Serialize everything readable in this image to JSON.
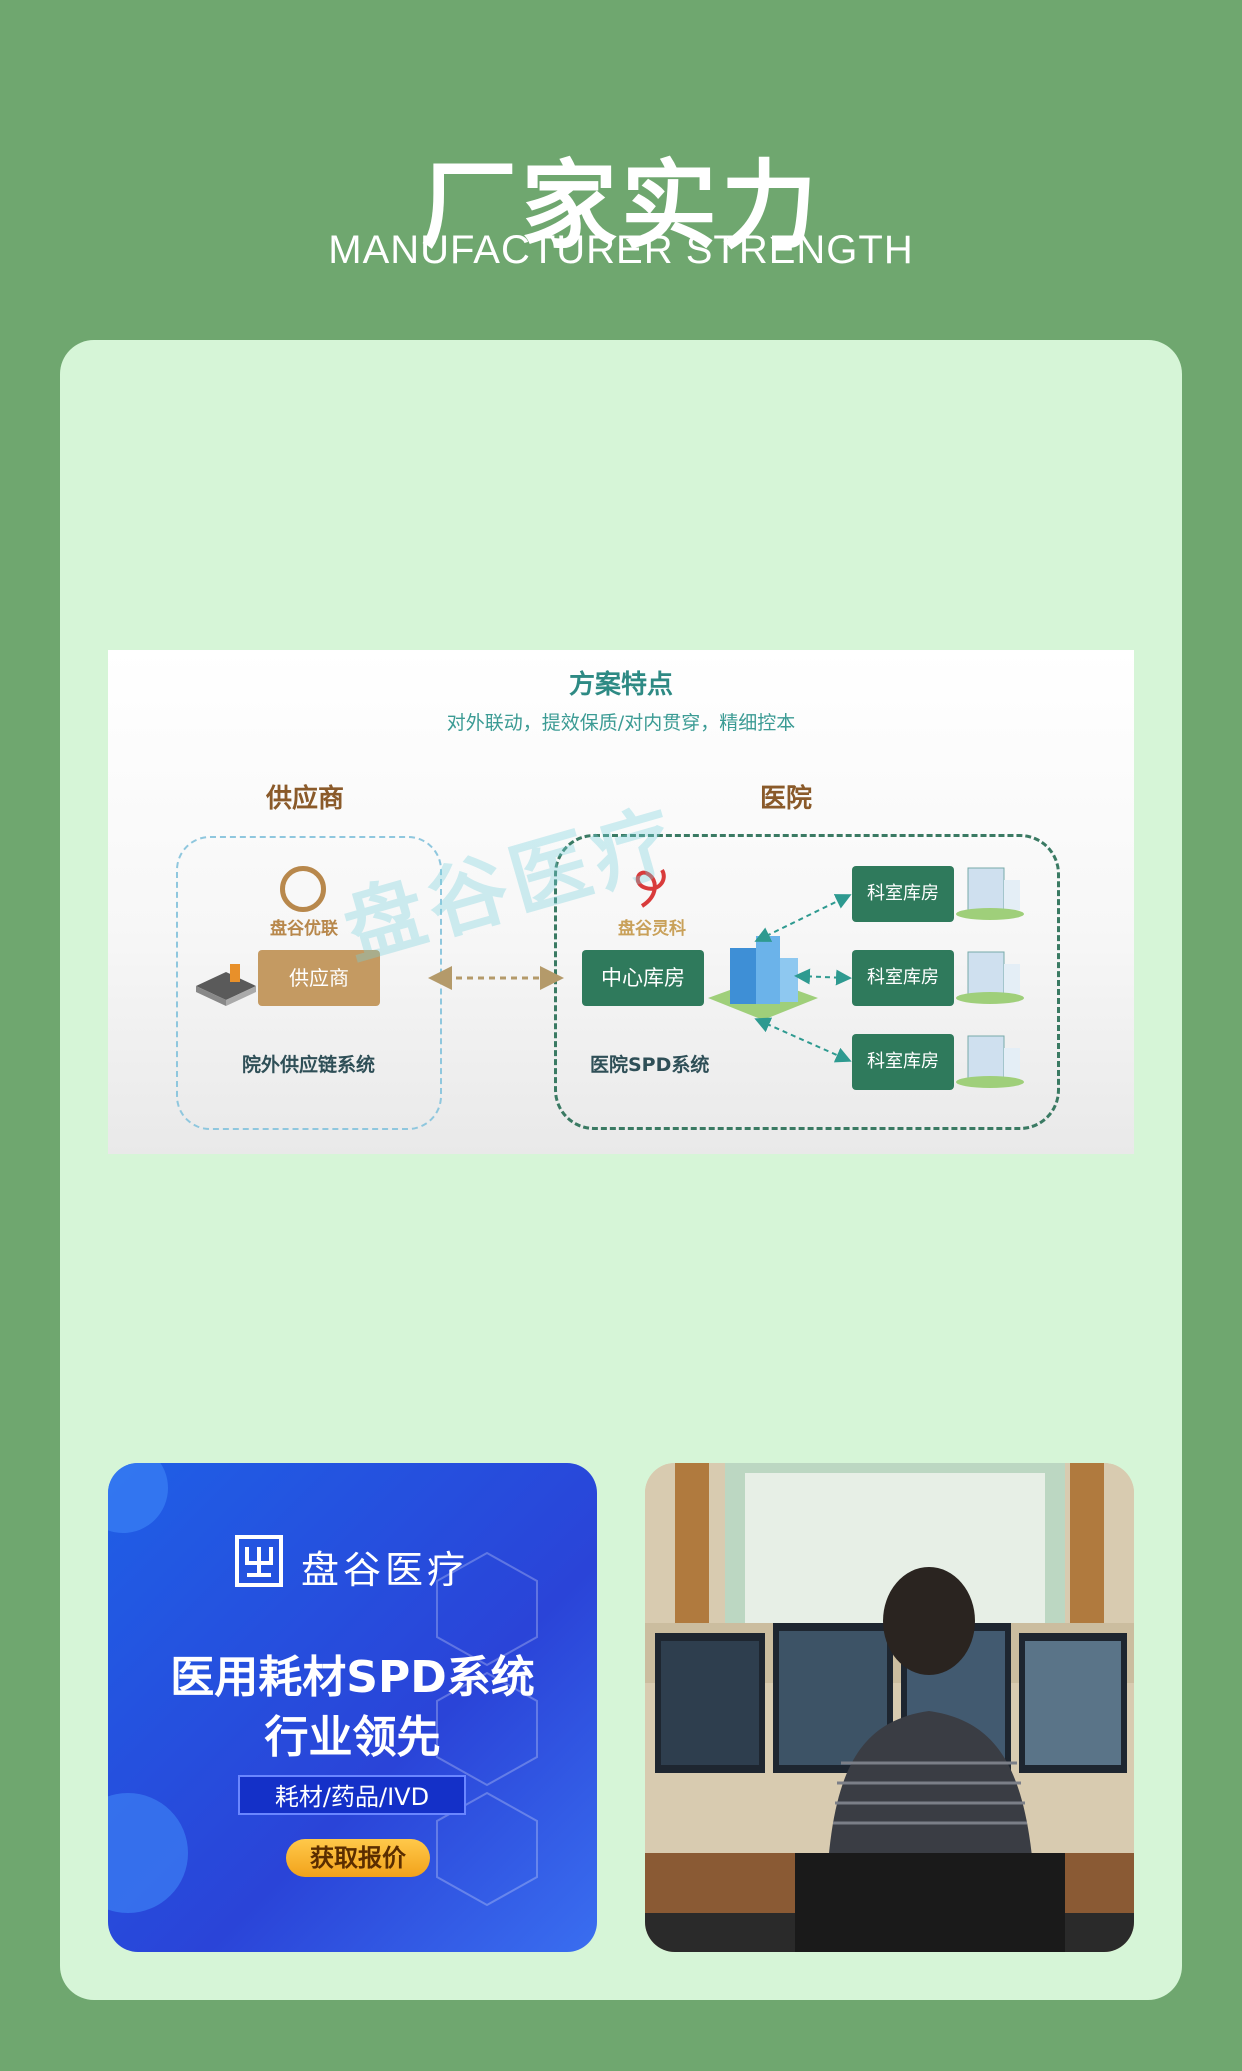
{
  "header": {
    "title": "厂家实力",
    "subtitle": "MANUFACTURER STRENGTH"
  },
  "diagram": {
    "title": "方案特点",
    "subtitle": "对外联动，提效保质/对内贯穿，精细控本",
    "supplier_heading": "供应商",
    "hospital_heading": "医院",
    "supplier_logo_text": "盘谷优联",
    "supplier_pill": "供应商",
    "supplier_caption": "院外供应链系统",
    "hospital_logo_text": "盘谷灵科",
    "center_pill": "中心库房",
    "hospital_caption": "医院SPD系统",
    "dept_pills": [
      "科室库房",
      "科室库房",
      "科室库房"
    ],
    "watermark": "盘谷医疗"
  },
  "promo": {
    "brand": "盘谷医疗",
    "headline_1": "医用耗材SPD系统",
    "headline_2": "行业领先",
    "tag": "耗材/药品/IVD",
    "cta": "获取报价"
  },
  "colors": {
    "page_bg": "#6fa76f",
    "panel_bg": "#d6f5d7",
    "accent_teal": "#2e8a84",
    "dark_green": "#2f7a5c",
    "supplier_gold": "#c49a62",
    "promo_blue": "#2a44d8",
    "cta_orange": "#f2a21b"
  }
}
